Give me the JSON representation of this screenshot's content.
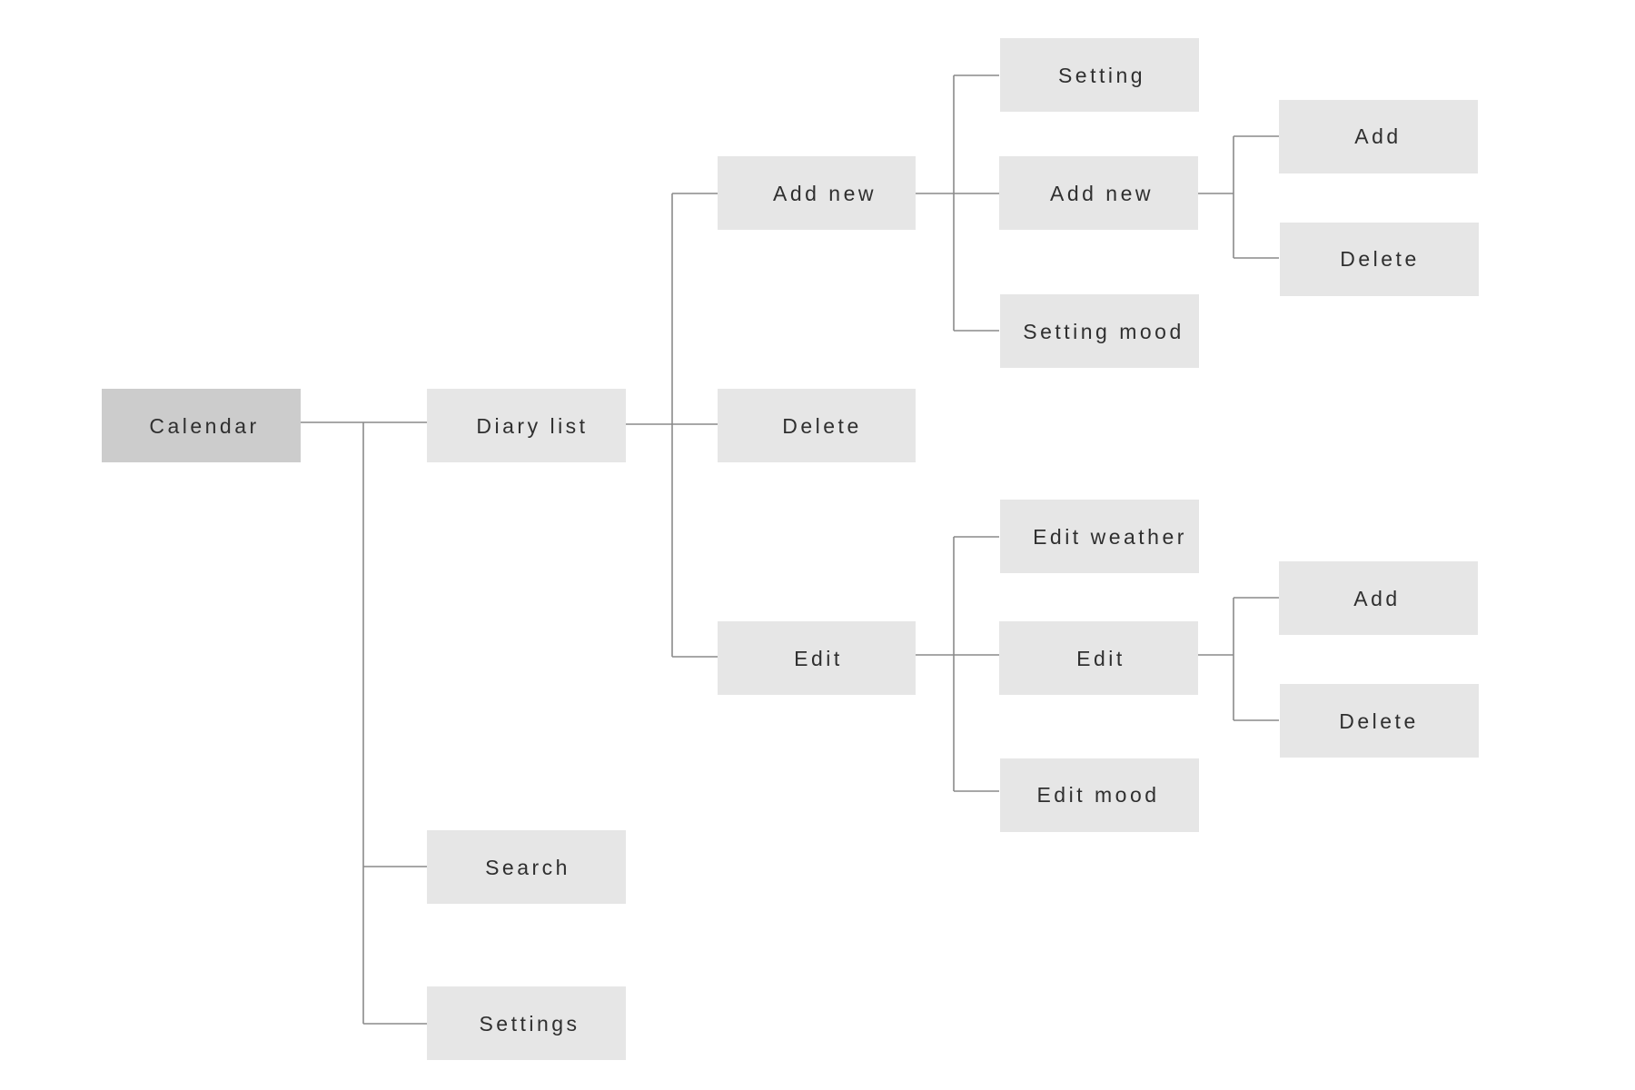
{
  "diagram": {
    "root": {
      "label": "Calendar"
    },
    "level1": {
      "diary_list": "Diary list",
      "search": "Search",
      "settings": "Settings"
    },
    "level2": {
      "add_new": "Add new",
      "delete": "Delete",
      "edit": "Edit"
    },
    "add_new_children": {
      "setting": "Setting",
      "add_new": "Add new",
      "setting_mood": "Setting mood"
    },
    "add_new_leaf": {
      "add": "Add",
      "delete": "Delete"
    },
    "edit_children": {
      "edit_weather": "Edit weather",
      "edit": "Edit",
      "edit_mood": "Edit mood"
    },
    "edit_leaf": {
      "add": "Add",
      "delete": "Delete"
    }
  },
  "colors": {
    "root_fill": "#cccccc",
    "node_fill": "#e6e6e6",
    "connector": "#8a8a8a",
    "text": "#2f2f2f",
    "background": "#ffffff"
  }
}
